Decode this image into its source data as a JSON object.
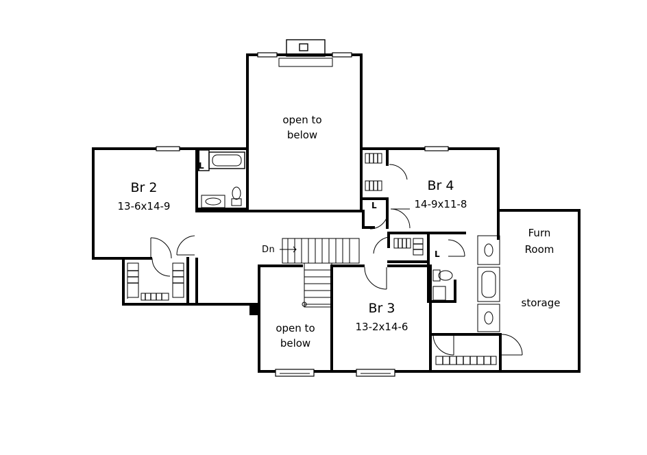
{
  "rooms": {
    "br2": {
      "name": "Br 2",
      "size": "13-6x14-9"
    },
    "br3": {
      "name": "Br 3",
      "size": "13-2x14-6"
    },
    "br4": {
      "name": "Br 4",
      "size": "14-9x11-8"
    },
    "open_top": {
      "line1": "open to",
      "line2": "below"
    },
    "open_bottom": {
      "line1": "open to",
      "line2": "below"
    },
    "furn": {
      "line1": "Furn",
      "line2": "Room",
      "line3": "storage"
    }
  },
  "stair": {
    "label": "Dn"
  },
  "linen": {
    "mark": "L"
  }
}
